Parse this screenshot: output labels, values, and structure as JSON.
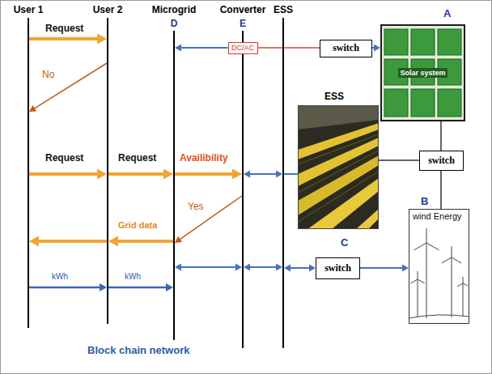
{
  "diagram": {
    "nodes": [
      {
        "text": [
          "User 1"
        ]
      },
      {
        "text": [
          "User 2"
        ]
      },
      {
        "text": [
          "Microgrid",
          "D"
        ]
      },
      {
        "text": [
          "Converter",
          "E"
        ]
      },
      {
        "text": [
          "ESS"
        ]
      },
      {
        "text": [
          "A",
          "Solar system"
        ]
      },
      {
        "text": [
          "DC/AC"
        ]
      },
      {
        "text": [
          "switch"
        ]
      },
      {
        "text": [
          "ESS"
        ]
      },
      {
        "text": [
          "switch"
        ]
      },
      {
        "text": [
          "B",
          "wind Energy"
        ]
      },
      {
        "text": [
          "C",
          "switch"
        ]
      }
    ],
    "edges": [
      {
        "from": 0,
        "to": 1,
        "arrow": "to",
        "label": "Request"
      },
      {
        "from": 1,
        "to": 0,
        "arrow": "to",
        "label": "No"
      },
      {
        "from": 0,
        "to": 1,
        "arrow": "to",
        "label": "Request"
      },
      {
        "from": 1,
        "to": 2,
        "arrow": "to",
        "label": "Request"
      },
      {
        "from": 2,
        "to": 3,
        "arrow": "to",
        "label": "Availibility"
      },
      {
        "from": 3,
        "to": 4,
        "arrow": "both"
      },
      {
        "from": 4,
        "to": 8,
        "arrow": "none"
      },
      {
        "from": 3,
        "to": 2,
        "arrow": "to",
        "label": "Yes"
      },
      {
        "from": 2,
        "to": 1,
        "arrow": "to",
        "label": "Grid data"
      },
      {
        "from": 1,
        "to": 0,
        "arrow": "to"
      },
      {
        "from": 0,
        "to": 1,
        "arrow": "to",
        "label": "kWh"
      },
      {
        "from": 1,
        "to": 2,
        "arrow": "to",
        "label": "kWh"
      },
      {
        "from": 2,
        "to": 3,
        "arrow": "both"
      },
      {
        "from": 3,
        "to": 4,
        "arrow": "both"
      },
      {
        "from": 4,
        "to": 11,
        "arrow": "both"
      },
      {
        "from": 11,
        "to": 10,
        "arrow": "to"
      },
      {
        "from": 6,
        "to": 2,
        "arrow": "to"
      },
      {
        "from": 7,
        "to": 6,
        "arrow": "none"
      },
      {
        "from": 7,
        "to": 5,
        "arrow": "to"
      },
      {
        "from": 5,
        "to": 9,
        "arrow": "none"
      },
      {
        "from": 9,
        "to": 10,
        "arrow": "none"
      },
      {
        "from": 8,
        "to": 9,
        "arrow": "none"
      }
    ],
    "labels": [
      "Block chain network"
    ]
  }
}
